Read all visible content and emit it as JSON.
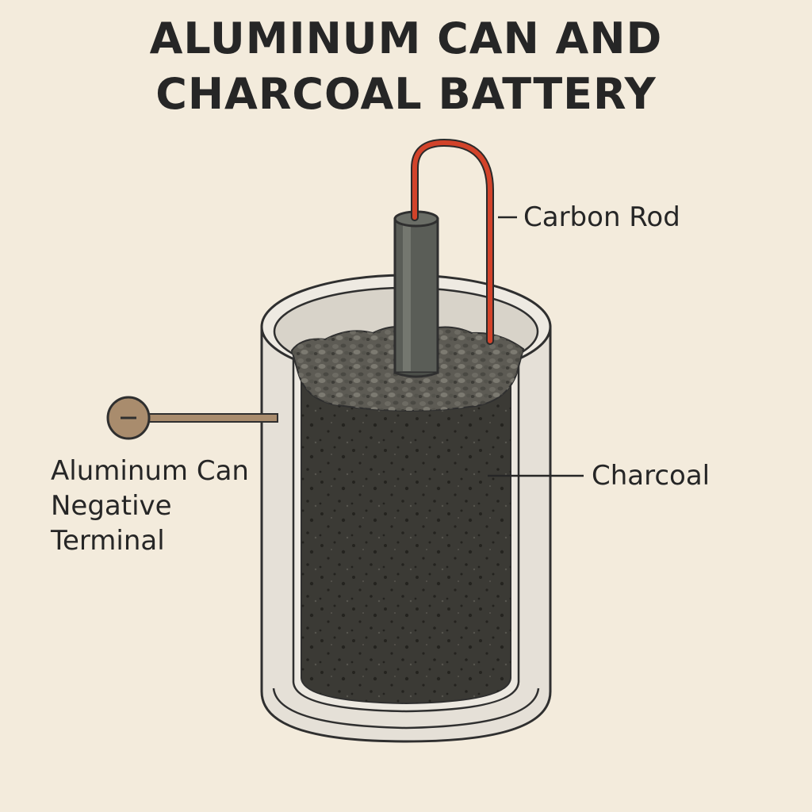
{
  "title": {
    "line1": "ALUMINUM CAN AND",
    "line2": "CHARCOAL BATTERY"
  },
  "labels": {
    "carbon_rod": "Carbon Rod",
    "charcoal": "Charcoal",
    "can_line1": "Aluminum Can",
    "can_line2": "Negative",
    "can_line3": "Terminal"
  },
  "colors": {
    "background": "#f3ebdc",
    "can": "#e4dfd6",
    "charcoal": "#3b3a35",
    "carbon_rod": "#5a5d57",
    "wire": "#d2432a",
    "terminal": "#a98c6d"
  }
}
